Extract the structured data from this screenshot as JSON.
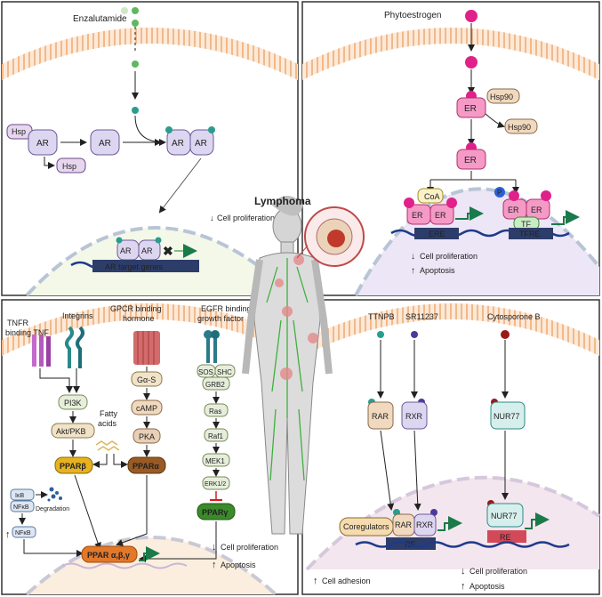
{
  "center": {
    "title": "Lymphoma"
  },
  "panel_tl": {
    "drug": "Enzalutamide",
    "hsp": "Hsp",
    "hsp2": "Hsp",
    "ar1": "AR",
    "ar2": "AR",
    "ar3a": "AR",
    "ar3b": "AR",
    "ar4a": "AR",
    "ar4b": "AR",
    "target": "AR target genes",
    "effect": "Cell proliferation"
  },
  "panel_tr": {
    "ligand": "Phytoestrogen",
    "er1": "ER",
    "hsp90a": "Hsp90",
    "hsp90b": "Hsp90",
    "er2": "ER",
    "coa": "CoA",
    "er_a": "ER",
    "er_b": "ER",
    "er_c": "ER",
    "er_d": "ER",
    "p": "P",
    "tf": "TF",
    "ere": "ERE",
    "tfre": "TFRE",
    "effect1": "Cell proliferation",
    "effect2": "Apoptosis"
  },
  "panel_bl": {
    "tnfr": "TNFR\nbinding TNF",
    "integrins": "Integrins",
    "gpcr": "GPCR binding\nhormone",
    "egfr": "EGFR binding\ngrowth factor",
    "pi3k": "PI3K",
    "akt": "Akt/PKB",
    "gas": "Gα-S",
    "camp": "cAMP",
    "pka": "PKA",
    "sos": "SOS",
    "shc": "SHC",
    "grb2": "GRB2",
    "ras": "Ras",
    "raf1": "Raf1",
    "mek1": "MEK1",
    "erk": "ERK1/2",
    "fatty": "Fatty\nacids",
    "ppar_b": "PPARβ",
    "ppar_a": "PPARα",
    "ppar_g": "PPARγ",
    "ikb": "IκB",
    "nfkb1": "NFκB",
    "nfkb2": "NFκB",
    "degradation": "Degradation",
    "ppar_all": "PPAR α,β,γ",
    "effect1": "Cell proliferation",
    "effect2": "Apoptosis"
  },
  "panel_br": {
    "ttnpb": "TTNPB",
    "sr": "SR11237",
    "cyto": "Cytosporone B",
    "rar1": "RAR",
    "rxr1": "RXR",
    "nur1": "NUR77",
    "coreg": "Coregulators",
    "rar2": "RAR",
    "rxr2": "RXR",
    "re1": "RE",
    "nur2": "NUR77",
    "re2": "RE",
    "effect_adh": "Cell adhesion",
    "effect1": "Cell proliferation",
    "effect2": "Apoptosis"
  },
  "colors": {
    "membrane": "#f6c7a0",
    "nucleus_green": "#f3f8e8",
    "nucleus_purple": "#ece6f6",
    "ar": "#ddd6f0",
    "er": "#f59ac6",
    "ligand_pink": "#e0218a",
    "ligand_green": "#5fb85f",
    "ppar_b": "#e7b21e",
    "ppar_a": "#9a5a26",
    "ppar_g": "#3b8a2b",
    "dna": "#1f3a8a"
  }
}
